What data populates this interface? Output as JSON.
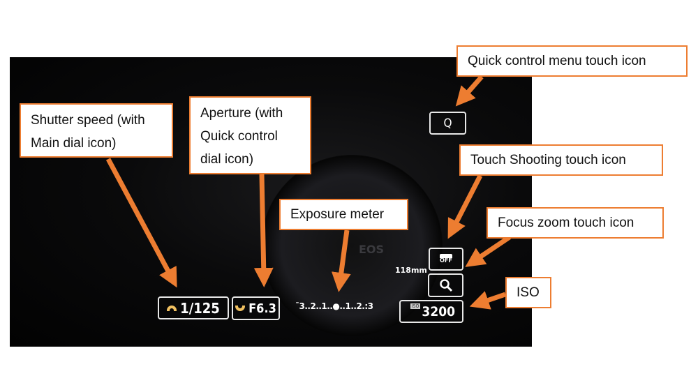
{
  "camera_screen": {
    "background_text": "EOS",
    "shutter_speed": "1/125",
    "aperture": "F6.3",
    "exposure_meter": "¯3..2..1..●..1..2.:3",
    "focal_length": "118mm",
    "iso_badge": "ISO",
    "iso_value": "3200",
    "quick_control_label": "Q",
    "touch_shutter_label": "OFF",
    "icons": [
      "main-dial-icon",
      "quick-control-dial-icon",
      "camera-icon",
      "magnifier-icon"
    ]
  },
  "annotations": {
    "quick_control": "Quick control menu touch icon",
    "shutter_speed": "Shutter speed (with Main dial icon)",
    "aperture": "Aperture (with Quick control dial icon)",
    "exposure_meter": "Exposure meter",
    "touch_shooting": "Touch Shooting touch icon",
    "focus_zoom": "Focus zoom touch icon",
    "iso": "ISO"
  },
  "colors": {
    "annotation_border": "#ed7d31",
    "arrow": "#ed7d31",
    "screen": "#050505"
  }
}
